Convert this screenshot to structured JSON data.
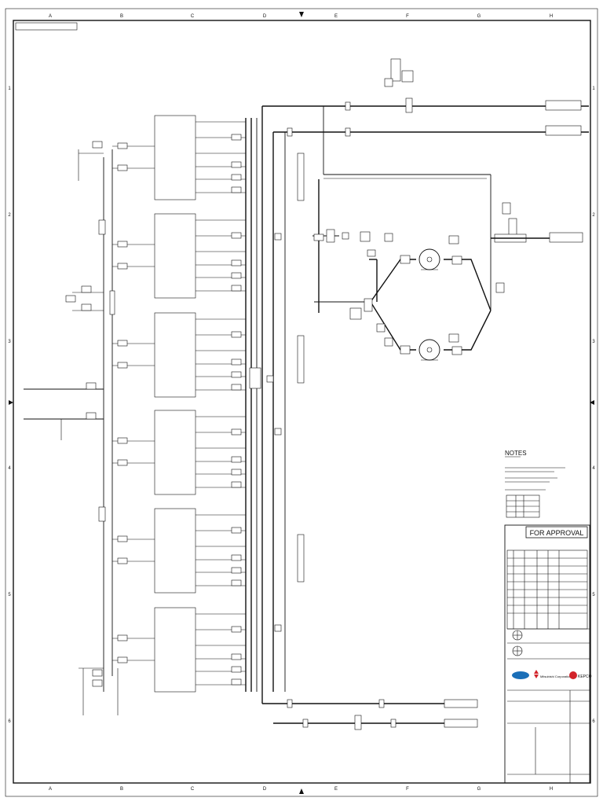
{
  "grid": {
    "columns": [
      "A",
      "B",
      "C",
      "D",
      "E",
      "F",
      "G",
      "H"
    ],
    "rows": [
      "1",
      "2",
      "3",
      "4",
      "5",
      "6"
    ]
  },
  "labels": {
    "notes_heading": "NOTES",
    "approval_stamp": "FOR APPROVAL",
    "mitsubishi_logo": "Mitsubishi Corporation",
    "kepco_logo": "KEPCO"
  },
  "title_block": {
    "project_name": "",
    "drawing_title": "",
    "company": "",
    "drawing_number": ""
  },
  "colors": {
    "ink": "#111111",
    "paper": "#ffffff",
    "logo_blue": "#1b6fb8",
    "logo_red": "#d2232a",
    "logo_green": "#2e9a48"
  }
}
